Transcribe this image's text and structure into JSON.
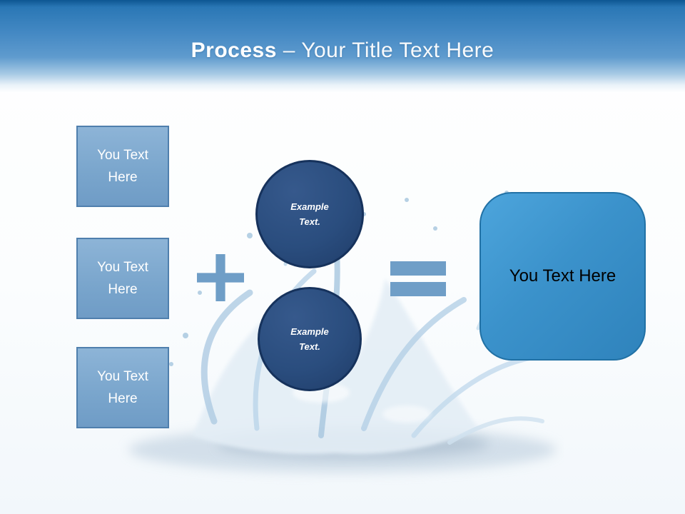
{
  "header": {
    "title_bold": "Process",
    "title_rest": "– Your Title Text Here"
  },
  "left_boxes": [
    {
      "label": "You Text Here"
    },
    {
      "label": "You Text Here"
    },
    {
      "label": "You Text Here"
    }
  ],
  "circles": [
    {
      "label": "Example Text."
    },
    {
      "label": "Example Text."
    }
  ],
  "icons": {
    "plus": "plus-icon",
    "equals": "equals-icon"
  },
  "result_box": {
    "label": "You Text Here"
  },
  "colors": {
    "header_top": "#0d5692",
    "header_mid": "#4388c3",
    "box_fill": "#79a5cc",
    "box_border": "#4f7fad",
    "circle_fill": "#2a4d7e",
    "circle_border": "#16325c",
    "operator_fill": "#6f9ec7",
    "result_fill": "#3b92cb",
    "result_border": "#2171a5",
    "title_text": "#ffffff",
    "result_text": "#000000"
  }
}
